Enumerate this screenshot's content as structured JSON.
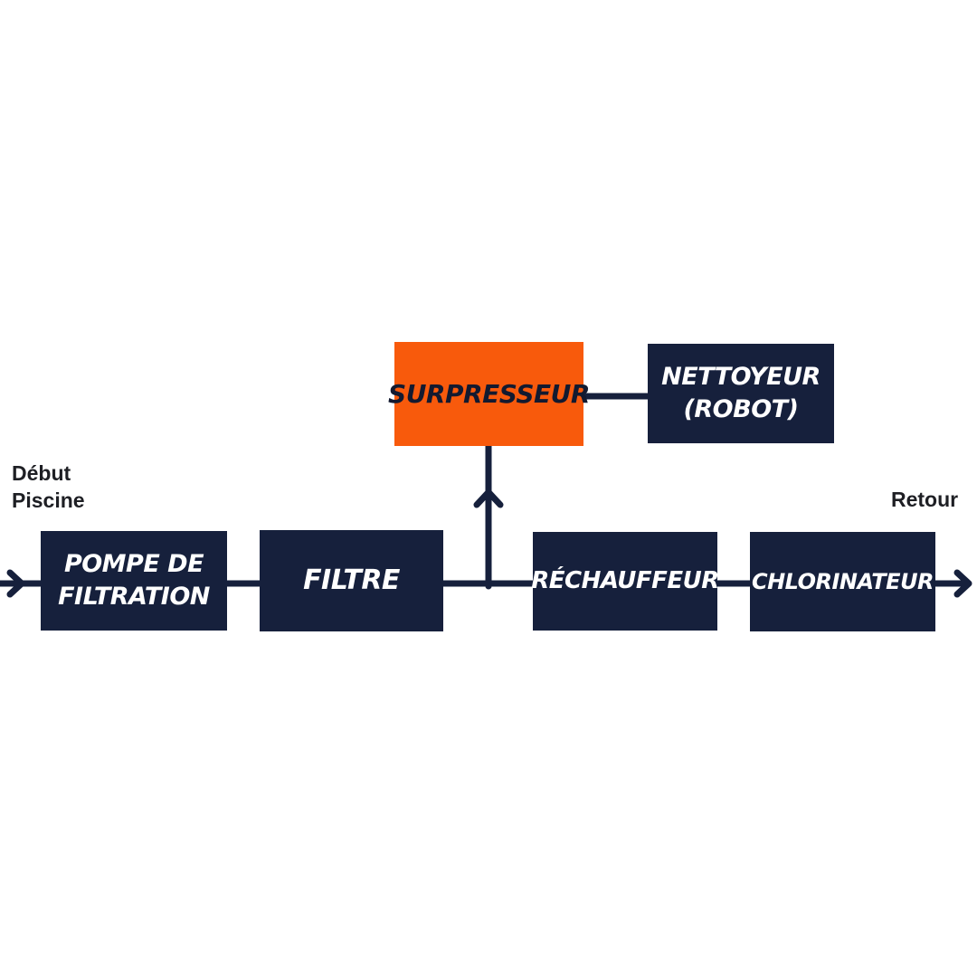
{
  "colors": {
    "background": "#ffffff",
    "navy": "#16203c",
    "orange": "#f85a0c",
    "label_ink": "#1e1f24",
    "box_text_light": "#ffffff",
    "box_text_dark": "#131a30"
  },
  "labels": {
    "start": "Début\nPiscine",
    "return": "Retour"
  },
  "nodes": [
    {
      "id": "surpresseur",
      "label": "SURPRESSEUR",
      "variant": "orange"
    },
    {
      "id": "nettoyeur",
      "label": "NETTOYEUR\n(ROBOT)",
      "variant": "navy"
    },
    {
      "id": "pompe",
      "label": "POMPE DE\nFILTRATION",
      "variant": "navy"
    },
    {
      "id": "filtre",
      "label": "FILTRE",
      "variant": "navy"
    },
    {
      "id": "rechauffeur",
      "label": "RÉCHAUFFEUR",
      "variant": "navy"
    },
    {
      "id": "chlorinateur",
      "label": "CHLORINATEUR",
      "variant": "navy"
    }
  ],
  "flow": {
    "description": "Left-to-right pool water circuit: entry arrow → POMPE DE FILTRATION → FILTRE → branch up to SURPRESSEUR → NETTOYEUR (ROBOT); main line continues → RÉCHAUFFEUR → CHLORINATEUR → exit arrow (Retour)"
  }
}
